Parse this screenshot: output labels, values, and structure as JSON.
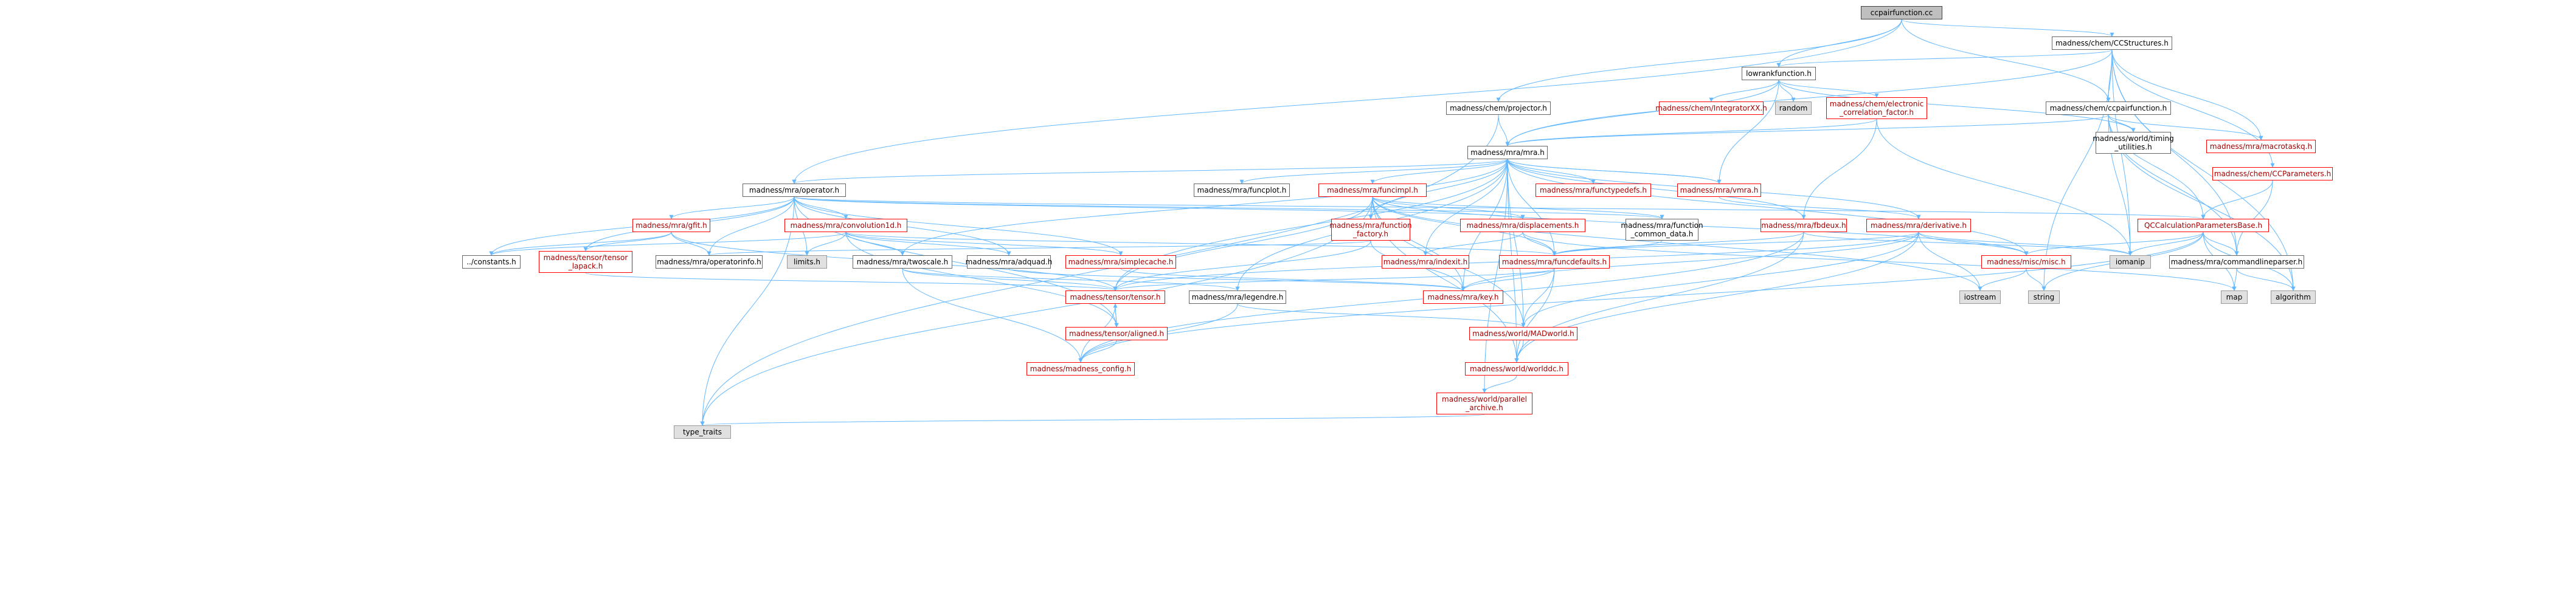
{
  "graph": {
    "title": "ccpairfunction.cc",
    "nodes": [
      {
        "id": "root",
        "label": "ccpairfunction.cc",
        "kind": "root"
      },
      {
        "id": "ccstructures",
        "label": "madness/chem/CCStructures.h",
        "kind": "normal"
      },
      {
        "id": "lowrank",
        "label": "lowrankfunction.h",
        "kind": "normal"
      },
      {
        "id": "projector",
        "label": "madness/chem/projector.h",
        "kind": "normal"
      },
      {
        "id": "ccpairfunc_h",
        "label": "madness/chem/ccpairfunction.h",
        "kind": "normal"
      },
      {
        "id": "integratorxx",
        "label": "madness/chem/IntegratorXX.h",
        "kind": "red"
      },
      {
        "id": "random",
        "label": "random",
        "kind": "gray"
      },
      {
        "id": "elcorr",
        "label": "madness/chem/electronic\n_correlation_factor.h",
        "kind": "red"
      },
      {
        "id": "timing",
        "label": "madness/world/timing\n_utilities.h",
        "kind": "normal"
      },
      {
        "id": "macrotask",
        "label": "madness/mra/macrotaskq.h",
        "kind": "red"
      },
      {
        "id": "ccparams",
        "label": "madness/chem/CCParameters.h",
        "kind": "red"
      },
      {
        "id": "mra",
        "label": "madness/mra/mra.h",
        "kind": "normal"
      },
      {
        "id": "operator",
        "label": "madness/mra/operator.h",
        "kind": "normal"
      },
      {
        "id": "funcplot",
        "label": "madness/mra/funcplot.h",
        "kind": "normal"
      },
      {
        "id": "funcimpl",
        "label": "madness/mra/funcimpl.h",
        "kind": "red"
      },
      {
        "id": "functypedefs",
        "label": "madness/mra/functypedefs.h",
        "kind": "red"
      },
      {
        "id": "vmra",
        "label": "madness/mra/vmra.h",
        "kind": "red"
      },
      {
        "id": "qccalc",
        "label": "QCCalculationParametersBase.h",
        "kind": "red"
      },
      {
        "id": "gfit",
        "label": "madness/mra/gfit.h",
        "kind": "red"
      },
      {
        "id": "convolution1d",
        "label": "madness/mra/convolution1d.h",
        "kind": "red"
      },
      {
        "id": "funcfactory",
        "label": "madness/mra/function\n_factory.h",
        "kind": "red"
      },
      {
        "id": "displacements",
        "label": "madness/mra/displacements.h",
        "kind": "red"
      },
      {
        "id": "funccommon",
        "label": "madness/mra/function\n_common_data.h",
        "kind": "normal"
      },
      {
        "id": "fbdeux",
        "label": "madness/mra/fbdeux.h",
        "kind": "red"
      },
      {
        "id": "derivative",
        "label": "madness/mra/derivative.h",
        "kind": "red"
      },
      {
        "id": "constants",
        "label": "../constants.h",
        "kind": "normal"
      },
      {
        "id": "tensorlapack",
        "label": "madness/tensor/tensor\n_lapack.h",
        "kind": "red"
      },
      {
        "id": "operatorinfo",
        "label": "madness/mra/operatorinfo.h",
        "kind": "normal"
      },
      {
        "id": "limits",
        "label": "limits.h",
        "kind": "gray"
      },
      {
        "id": "twoscale",
        "label": "madness/mra/twoscale.h",
        "kind": "normal"
      },
      {
        "id": "adquad",
        "label": "madness/mra/adquad.h",
        "kind": "normal"
      },
      {
        "id": "simplecache",
        "label": "madness/mra/simplecache.h",
        "kind": "red"
      },
      {
        "id": "indexit",
        "label": "madness/mra/indexit.h",
        "kind": "red"
      },
      {
        "id": "funcdefaults",
        "label": "madness/mra/funcdefaults.h",
        "kind": "red"
      },
      {
        "id": "misc",
        "label": "madness/misc/misc.h",
        "kind": "red"
      },
      {
        "id": "iomanip",
        "label": "iomanip",
        "kind": "gray"
      },
      {
        "id": "commandline",
        "label": "madness/mra/commandlineparser.h",
        "kind": "normal"
      },
      {
        "id": "tensor",
        "label": "madness/tensor/tensor.h",
        "kind": "red"
      },
      {
        "id": "legendre",
        "label": "madness/mra/legendre.h",
        "kind": "normal"
      },
      {
        "id": "key",
        "label": "madness/mra/key.h",
        "kind": "red"
      },
      {
        "id": "iostream",
        "label": "iostream",
        "kind": "gray"
      },
      {
        "id": "string",
        "label": "string",
        "kind": "gray"
      },
      {
        "id": "map",
        "label": "map",
        "kind": "gray"
      },
      {
        "id": "algorithm",
        "label": "algorithm",
        "kind": "gray"
      },
      {
        "id": "aligned",
        "label": "madness/tensor/aligned.h",
        "kind": "red"
      },
      {
        "id": "madworld",
        "label": "madness/world/MADworld.h",
        "kind": "red"
      },
      {
        "id": "config",
        "label": "madness/madness_config.h",
        "kind": "red"
      },
      {
        "id": "worlddc",
        "label": "madness/world/worlddc.h",
        "kind": "red"
      },
      {
        "id": "parallel",
        "label": "madness/world/parallel\n_archive.h",
        "kind": "red"
      },
      {
        "id": "typetraits",
        "label": "type_traits",
        "kind": "gray"
      }
    ],
    "edges": [
      [
        "root",
        "ccstructures"
      ],
      [
        "root",
        "lowrank"
      ],
      [
        "root",
        "projector"
      ],
      [
        "root",
        "ccpairfunc_h"
      ],
      [
        "root",
        "operator"
      ],
      [
        "ccstructures",
        "lowrank"
      ],
      [
        "ccstructures",
        "ccpairfunc_h"
      ],
      [
        "ccstructures",
        "macrotask"
      ],
      [
        "ccstructures",
        "ccparams"
      ],
      [
        "ccstructures",
        "mra"
      ],
      [
        "ccstructures",
        "commandline"
      ],
      [
        "ccstructures",
        "iomanip"
      ],
      [
        "ccstructures",
        "algorithm"
      ],
      [
        "ccstructures",
        "string"
      ],
      [
        "lowrank",
        "integratorxx"
      ],
      [
        "lowrank",
        "random"
      ],
      [
        "lowrank",
        "elcorr"
      ],
      [
        "lowrank",
        "timing"
      ],
      [
        "lowrank",
        "mra"
      ],
      [
        "lowrank",
        "vmra"
      ],
      [
        "projector",
        "mra"
      ],
      [
        "projector",
        "typetraits"
      ],
      [
        "ccpairfunc_h",
        "mra"
      ],
      [
        "ccpairfunc_h",
        "timing"
      ],
      [
        "ccpairfunc_h",
        "macrotask"
      ],
      [
        "ccpairfunc_h",
        "qccalc"
      ],
      [
        "ccpairfunc_h",
        "commandline"
      ],
      [
        "ccpairfunc_h",
        "iomanip"
      ],
      [
        "ccpairfunc_h",
        "algorithm"
      ],
      [
        "elcorr",
        "mra"
      ],
      [
        "elcorr",
        "fbdeux"
      ],
      [
        "elcorr",
        "iomanip"
      ],
      [
        "ccparams",
        "qccalc"
      ],
      [
        "ccparams",
        "commandline"
      ],
      [
        "mra",
        "operator"
      ],
      [
        "mra",
        "funcplot"
      ],
      [
        "mra",
        "funcimpl"
      ],
      [
        "mra",
        "functypedefs"
      ],
      [
        "mra",
        "vmra"
      ],
      [
        "mra",
        "funcfactory"
      ],
      [
        "mra",
        "fbdeux"
      ],
      [
        "mra",
        "derivative"
      ],
      [
        "mra",
        "twoscale"
      ],
      [
        "mra",
        "indexit"
      ],
      [
        "mra",
        "funcdefaults"
      ],
      [
        "mra",
        "misc"
      ],
      [
        "mra",
        "legendre"
      ],
      [
        "mra",
        "key"
      ],
      [
        "mra",
        "madworld"
      ],
      [
        "mra",
        "worlddc"
      ],
      [
        "mra",
        "parallel"
      ],
      [
        "mra",
        "tensor"
      ],
      [
        "operator",
        "gfit"
      ],
      [
        "operator",
        "convolution1d"
      ],
      [
        "operator",
        "displacements"
      ],
      [
        "operator",
        "funccommon"
      ],
      [
        "operator",
        "constants"
      ],
      [
        "operator",
        "tensorlapack"
      ],
      [
        "operator",
        "operatorinfo"
      ],
      [
        "operator",
        "limits"
      ],
      [
        "operator",
        "adquad"
      ],
      [
        "operator",
        "simplecache"
      ],
      [
        "operator",
        "qccalc"
      ],
      [
        "operator",
        "aligned"
      ],
      [
        "operator",
        "typetraits"
      ],
      [
        "funcimpl",
        "funcfactory"
      ],
      [
        "funcimpl",
        "displacements"
      ],
      [
        "funcimpl",
        "funccommon"
      ],
      [
        "funcimpl",
        "funcdefaults"
      ],
      [
        "funcimpl",
        "tensor"
      ],
      [
        "funcimpl",
        "key"
      ],
      [
        "funcimpl",
        "madworld"
      ],
      [
        "funcimpl",
        "worlddc"
      ],
      [
        "funcimpl",
        "typetraits"
      ],
      [
        "funcimpl",
        "iostream"
      ],
      [
        "funcimpl",
        "misc"
      ],
      [
        "vmra",
        "derivative"
      ],
      [
        "vmra",
        "mra"
      ],
      [
        "gfit",
        "constants"
      ],
      [
        "gfit",
        "tensorlapack"
      ],
      [
        "gfit",
        "operatorinfo"
      ],
      [
        "gfit",
        "tensor"
      ],
      [
        "convolution1d",
        "twoscale"
      ],
      [
        "convolution1d",
        "adquad"
      ],
      [
        "convolution1d",
        "constants"
      ],
      [
        "convolution1d",
        "limits"
      ],
      [
        "convolution1d",
        "simplecache"
      ],
      [
        "convolution1d",
        "funcdefaults"
      ],
      [
        "convolution1d",
        "aligned"
      ],
      [
        "funcfactory",
        "operatorinfo"
      ],
      [
        "funcfactory",
        "tensor"
      ],
      [
        "funcfactory",
        "key"
      ],
      [
        "displacements",
        "indexit"
      ],
      [
        "displacements",
        "funcdefaults"
      ],
      [
        "displacements",
        "map"
      ],
      [
        "funccommon",
        "funcdefaults"
      ],
      [
        "fbdeux",
        "funcdefaults"
      ],
      [
        "fbdeux",
        "config"
      ],
      [
        "fbdeux",
        "worlddc"
      ],
      [
        "fbdeux",
        "iomanip"
      ],
      [
        "derivative",
        "funcdefaults"
      ],
      [
        "derivative",
        "tensor"
      ],
      [
        "derivative",
        "key"
      ],
      [
        "derivative",
        "madworld"
      ],
      [
        "derivative",
        "worlddc"
      ],
      [
        "derivative",
        "misc"
      ],
      [
        "derivative",
        "iostream"
      ],
      [
        "derivative",
        "iomanip"
      ],
      [
        "qccalc",
        "misc"
      ],
      [
        "qccalc",
        "commandline"
      ],
      [
        "qccalc",
        "iomanip"
      ],
      [
        "qccalc",
        "map"
      ],
      [
        "qccalc",
        "algorithm"
      ],
      [
        "qccalc",
        "string"
      ],
      [
        "qccalc",
        "config"
      ],
      [
        "tensorlapack",
        "tensor"
      ],
      [
        "twoscale",
        "tensor"
      ],
      [
        "twoscale",
        "legendre"
      ],
      [
        "twoscale",
        "config"
      ],
      [
        "adquad",
        "key"
      ],
      [
        "simplecache",
        "key"
      ],
      [
        "funcdefaults",
        "tensor"
      ],
      [
        "funcdefaults",
        "key"
      ],
      [
        "funcdefaults",
        "madworld"
      ],
      [
        "funcdefaults",
        "worlddc"
      ],
      [
        "misc",
        "iostream"
      ],
      [
        "misc",
        "string"
      ],
      [
        "commandline",
        "map"
      ],
      [
        "commandline",
        "algorithm"
      ],
      [
        "tensor",
        "aligned"
      ],
      [
        "tensor",
        "config"
      ],
      [
        "aligned",
        "tensor"
      ],
      [
        "aligned",
        "config"
      ],
      [
        "legendre",
        "madworld"
      ],
      [
        "legendre",
        "config"
      ],
      [
        "madworld",
        "worlddc"
      ],
      [
        "worlddc",
        "parallel"
      ],
      [
        "parallel",
        "typetraits"
      ]
    ]
  }
}
